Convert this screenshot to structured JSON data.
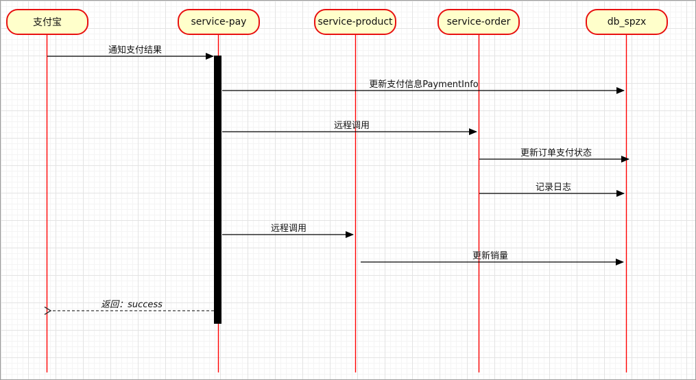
{
  "diagram": {
    "kind": "uml-sequence-diagram",
    "actors": [
      {
        "label": "支付宝"
      },
      {
        "label": "service-pay"
      },
      {
        "label": "service-product"
      },
      {
        "label": "service-order"
      },
      {
        "label": "db_spzx"
      }
    ],
    "messages": [
      {
        "text": "通知支付结果",
        "from": "支付宝",
        "to": "service-pay",
        "line": "solid",
        "arrow": "filled"
      },
      {
        "text": "更新支付信息PaymentInfo",
        "from": "service-pay",
        "to": "db_spzx",
        "line": "solid",
        "arrow": "filled"
      },
      {
        "text": "远程调用",
        "from": "service-pay",
        "to": "service-order",
        "line": "solid",
        "arrow": "filled"
      },
      {
        "text": "更新订单支付状态",
        "from": "service-order",
        "to": "db_spzx",
        "line": "solid",
        "arrow": "filled"
      },
      {
        "text": "记录日志",
        "from": "service-order",
        "to": "db_spzx",
        "line": "solid",
        "arrow": "filled"
      },
      {
        "text": "远程调用",
        "from": "service-pay",
        "to": "service-product",
        "line": "solid",
        "arrow": "filled"
      },
      {
        "text": "更新销量",
        "from": "service-product",
        "to": "db_spzx",
        "line": "solid",
        "arrow": "filled"
      },
      {
        "text": "返回：success",
        "from": "service-pay",
        "to": "支付宝",
        "line": "dashed",
        "arrow": "open"
      }
    ],
    "colors": {
      "actor_fill": "#ffffcb",
      "actor_border": "#e81010",
      "lifeline": "#ff0000",
      "activation_bar": "#000000",
      "message_line": "#000000",
      "grid_minor": "#f4f4f4",
      "grid_major": "#e3e3e3",
      "canvas_bg": "#ffffff"
    }
  }
}
